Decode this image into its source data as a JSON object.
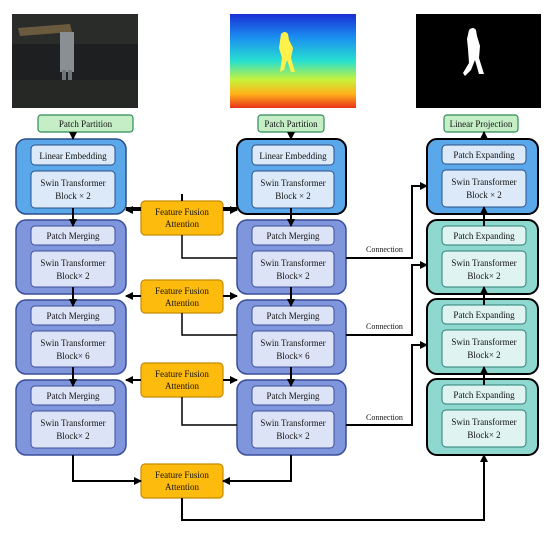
{
  "inputs": {
    "rgb_image": "RGB frame (dark street scene with a walking person)",
    "depth_image": "Depth map (jet colormap, person silhouette)",
    "mask_image": "Segmentation mask (white person silhouette on black)"
  },
  "encoder_rgb": {
    "patch_partition": "Patch Partition",
    "linear_embedding": "Linear Embedding",
    "stage1_block": [
      "Swin Transformer",
      "Block × 2"
    ],
    "patch_merging": "Patch Merging",
    "stage2_block": [
      "Swin Transformer",
      "Block× 2"
    ],
    "stage3_block": [
      "Swin Transformer",
      "Block× 6"
    ],
    "stage4_block": [
      "Swin Transformer",
      "Block× 2"
    ]
  },
  "encoder_depth": {
    "patch_partition": "Patch Partition",
    "linear_embedding": "Linear Embedding",
    "stage1_block": [
      "Swin Transformer",
      "Block × 2"
    ],
    "patch_merging": "Patch Merging",
    "stage2_block": [
      "Swin Transformer",
      "Block× 2"
    ],
    "stage3_block": [
      "Swin Transformer",
      "Block× 6"
    ],
    "stage4_block": [
      "Swin Transformer",
      "Block× 2"
    ]
  },
  "fusion": {
    "label": [
      "Feature Fusion",
      "Attention"
    ]
  },
  "decoder": {
    "linear_projection": "Linear Projection",
    "patch_expanding": "Patch Expanding",
    "stage1_block": [
      "Swin Transformer",
      "Block × 2"
    ],
    "stage_block": [
      "Swin Transformer",
      "Block× 2"
    ]
  },
  "connection_label": "Connection",
  "colors": {
    "green_box": "#c6eec6",
    "green_border": "#2e8b57",
    "blue_stage": "#5aa7ea",
    "blue_inner": "#dbe9f8",
    "purple_stage": "#7f95dc",
    "purple_inner": "#dde3f6",
    "teal_stage": "#8fd8d0",
    "teal_inner": "#dff3f1",
    "fusion": "#fdbb0d",
    "fusion_border": "#c88a00"
  }
}
